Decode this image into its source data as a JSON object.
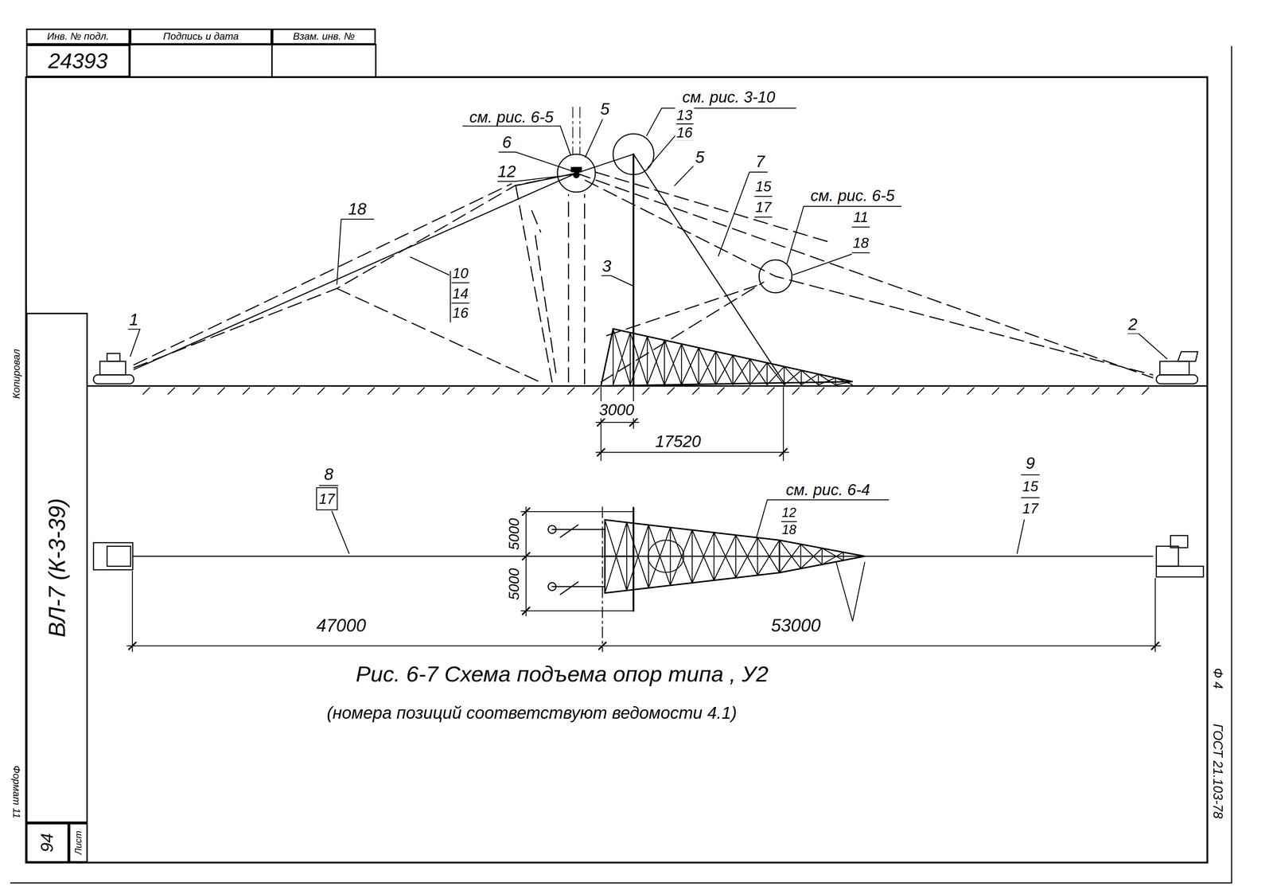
{
  "diagram": {
    "caption": "Рис. 6-7 Схема подъема опор типа , У2",
    "nodes": [
      {
        "text": [
          "Инв. № подл."
        ]
      },
      {
        "text": [
          "Подпись и дата"
        ]
      },
      {
        "text": [
          "Взам. инв. №"
        ]
      },
      {
        "text": [
          "24393"
        ]
      },
      {
        "text": [
          "ВЛ-7 (К-3-39)"
        ]
      },
      {
        "text": [
          "Лист"
        ]
      },
      {
        "text": [
          "94"
        ]
      }
    ],
    "labels": [
      "см. рис. 6-5",
      "5",
      "6",
      "12",
      "см. рис. 3-10",
      "13",
      "16",
      "5",
      "7",
      "15",
      "17",
      "см. рис. 6-5",
      "11",
      "18",
      "18",
      "10",
      "14",
      "16",
      "3",
      "1",
      "2",
      "3000",
      "17520",
      "8",
      "17",
      "9",
      "15",
      "17",
      "см. рис. 6-4",
      "12",
      "18",
      "5000",
      "5000",
      "47000",
      "53000",
      "(номера позиций соответствуют ведомости 4.1)",
      "Ф 4",
      "ГОСТ 21.103-78",
      "Копировал",
      "Формат 11"
    ]
  }
}
